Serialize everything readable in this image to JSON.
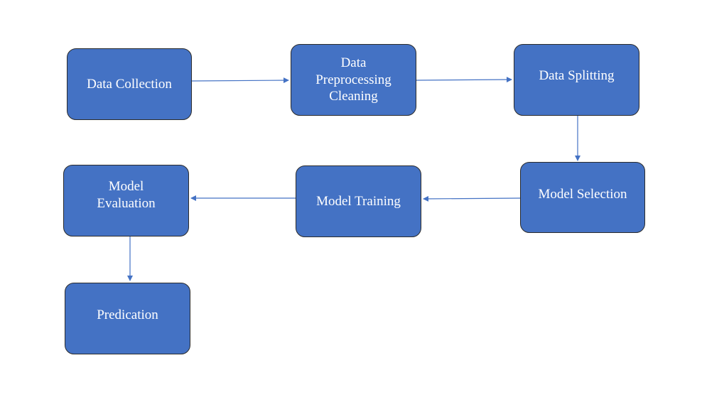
{
  "diagram": {
    "title": "",
    "nodes": [
      {
        "id": "data-collection",
        "label": "Data Collection"
      },
      {
        "id": "data-preprocessing",
        "label": "Data\nPreprocessing\nCleaning"
      },
      {
        "id": "data-splitting",
        "label": "Data Splitting"
      },
      {
        "id": "model-selection",
        "label": "Model Selection"
      },
      {
        "id": "model-training",
        "label": "Model Training"
      },
      {
        "id": "model-evaluation",
        "label": "Model\nEvaluation"
      },
      {
        "id": "predication",
        "label": "Predication"
      }
    ],
    "edges": [
      {
        "from": "data-collection",
        "to": "data-preprocessing"
      },
      {
        "from": "data-preprocessing",
        "to": "data-splitting"
      },
      {
        "from": "data-splitting",
        "to": "model-selection"
      },
      {
        "from": "model-selection",
        "to": "model-training"
      },
      {
        "from": "model-training",
        "to": "model-evaluation"
      },
      {
        "from": "model-evaluation",
        "to": "predication"
      }
    ]
  },
  "colors": {
    "box_fill": "#4472c4",
    "box_border": "#2b2b2b",
    "box_text": "#ffffff",
    "arrow": "#4472c4"
  }
}
